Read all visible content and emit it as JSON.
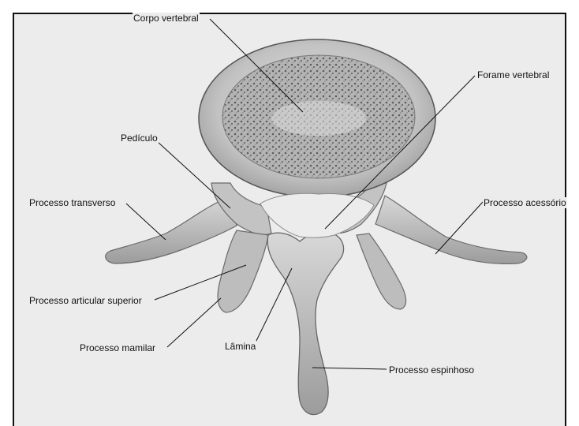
{
  "labels": {
    "corpo_vertebral": "Corpo vertebral",
    "forame_vertebral": "Forame vertebral",
    "pediculo": "Pedículo",
    "processo_transverso": "Processo transverso",
    "processo_acessorio": "Processo acessório",
    "processo_articular_superior": "Processo articular superior",
    "processo_mamilar": "Processo mamilar",
    "lamina": "Lâmina",
    "processo_espinhoso": "Processo espinhoso"
  },
  "colors": {
    "background": "#ececec",
    "bone": "#c9c9c9",
    "bone_dark": "#8a8a8a",
    "cancellous": "#b5b5b5",
    "leader_line": "#111111"
  }
}
